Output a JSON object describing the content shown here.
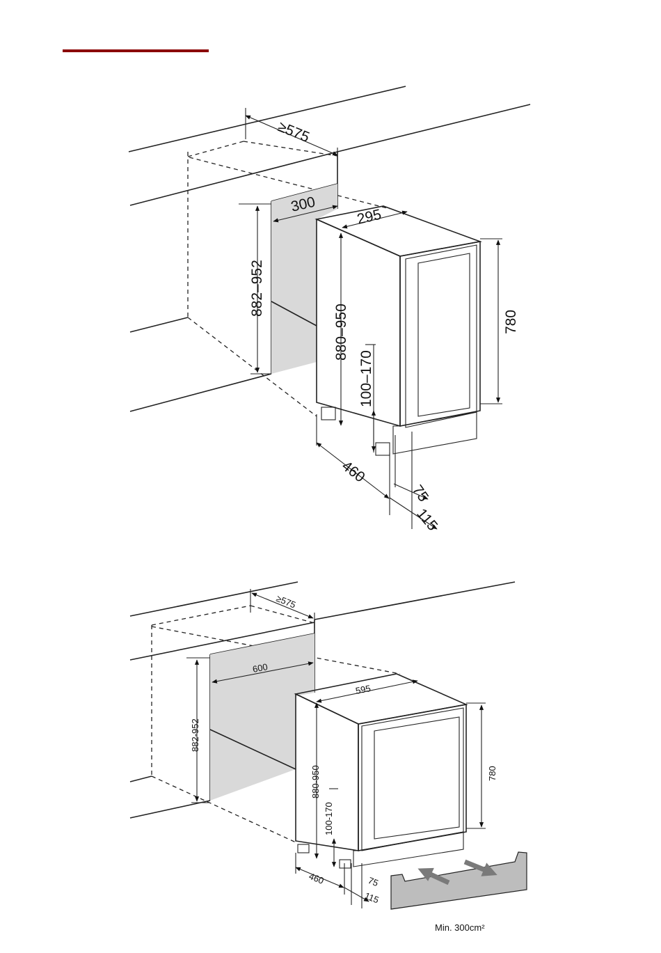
{
  "header": {
    "rule_color": "#8b0000"
  },
  "diagram_top": {
    "labels": {
      "niche_depth": "≥575",
      "niche_width": "300",
      "unit_width": "295",
      "niche_height": "882–952",
      "unit_height": "880–950",
      "door_height": "780",
      "feet": "100–170",
      "unit_depth": "460",
      "door_thickness": "75",
      "door_offset": "115"
    }
  },
  "diagram_bottom": {
    "labels": {
      "niche_depth": "≥575",
      "niche_width": "600",
      "unit_width": "595",
      "niche_height": "882-952",
      "unit_height": "880-950",
      "door_height": "780",
      "feet": "100-170",
      "unit_depth": "460",
      "door_thickness": "75",
      "door_offset": "115",
      "vent_note": "Min. 300cm²"
    }
  },
  "colors": {
    "niche_shade": "#d9d9d9",
    "vent_grille": "#bdbdbd",
    "vent_arrow": "#7a7a7a",
    "line": "#222222"
  }
}
